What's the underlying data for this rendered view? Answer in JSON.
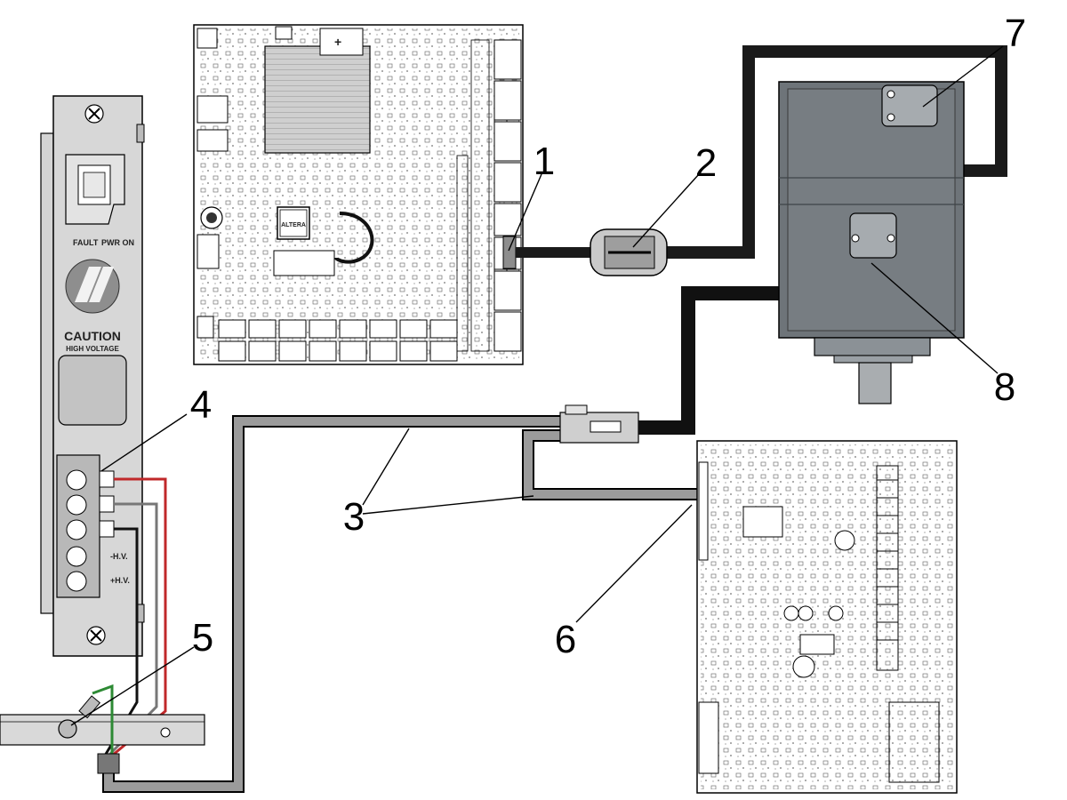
{
  "callouts": [
    "1",
    "2",
    "3",
    "4",
    "5",
    "6",
    "7",
    "8"
  ],
  "amplifier": {
    "fault_label": "FAULT",
    "pwr_on_label": "PWR ON",
    "caution_label": "CAUTION",
    "high_voltage_label": "HIGH VOLTAGE",
    "minus_hv_label": "-H.V.",
    "plus_hv_label": "+H.V."
  },
  "control_board": {
    "chip_label": "ALTERA"
  },
  "colors": {
    "gray_cable": "#9b9b9b",
    "black_cable": "#111111",
    "motor_body": "#6e7479",
    "red_wire": "#c0282a",
    "green_wire": "#2d8a34"
  }
}
